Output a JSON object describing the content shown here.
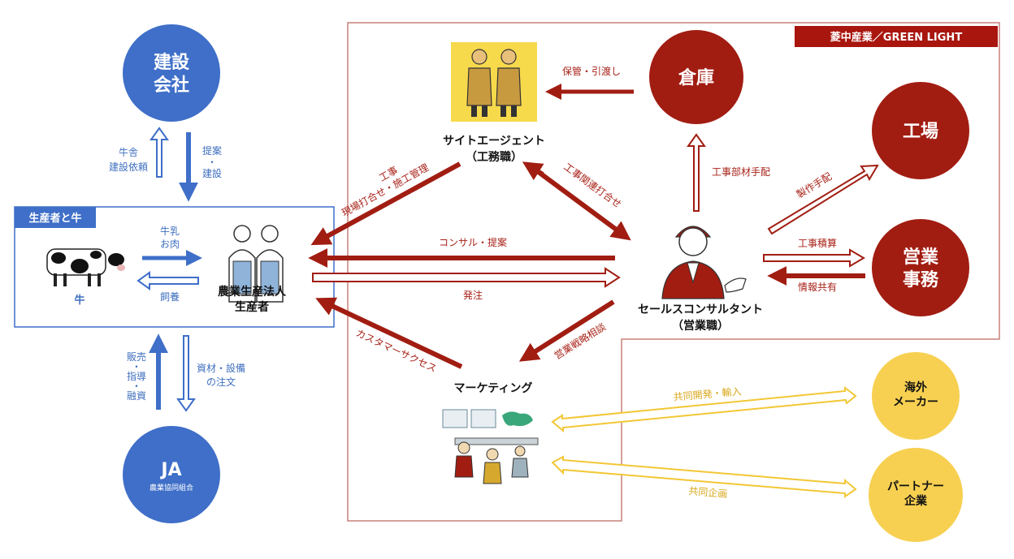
{
  "colors": {
    "blue": "#3f6fc8",
    "dark_red": "#a11d12",
    "yellow": "#f7d051",
    "frame_red": "#c8807a",
    "badge_red": "#a8160e"
  },
  "company_badge": "菱中産業／GREEN LIGHT",
  "nodes": {
    "kensetsu": {
      "line1": "建設",
      "line2": "会社"
    },
    "ja": {
      "title": "JA",
      "subtitle": "農業協同組合"
    },
    "souko": "倉庫",
    "koujou": "工場",
    "eigyo": {
      "line1": "営業",
      "line2": "事務"
    },
    "kaigai": {
      "line1": "海外",
      "line2": "メーカー"
    },
    "partner": {
      "line1": "パートナー",
      "line2": "企業"
    }
  },
  "producer_box": {
    "title": "生産者と牛",
    "cow_label": "牛",
    "producer_line1": "農業生産法人",
    "producer_line2": "生産者"
  },
  "site_agent": {
    "line1": "サイトエージェント",
    "line2": "（工務職）"
  },
  "sales_consultant": {
    "line1": "セールスコンサルタント",
    "line2": "（営業職）"
  },
  "marketing": "マーケティング",
  "arrows": {
    "gyusha": {
      "line1": "牛舎",
      "line2": "建設依頼"
    },
    "teian": {
      "line1": "提案",
      "dot": "・",
      "line2": "建設"
    },
    "milk": {
      "line1": "牛乳",
      "line2": "お肉"
    },
    "shiyou": "飼養",
    "hanbai": {
      "line1": "販売",
      "dot1": "・",
      "line2": "指導",
      "dot2": "・",
      "line3": "融資"
    },
    "shizai": {
      "line1": "資材・設備",
      "line2": "の注文"
    },
    "hokan": "保管・引渡し",
    "kouji_genba": {
      "line1": "工事",
      "line2": "現場打合せ・施工管理"
    },
    "kouji_kanren": "工事関連打合せ",
    "kouji_buzai": "工事部材手配",
    "seisaku": "製作手配",
    "consul": "コンサル・提案",
    "hacchu": "発注",
    "kouji_sekisan": "工事積算",
    "jouhou": "情報共有",
    "customer_success": "カスタマーサクセス",
    "eigyo_senryaku": "営業戦略相談",
    "kyoudou_kaihatsu": "共同開発・輸入",
    "kyoudou_kikaku": "共同企画"
  }
}
